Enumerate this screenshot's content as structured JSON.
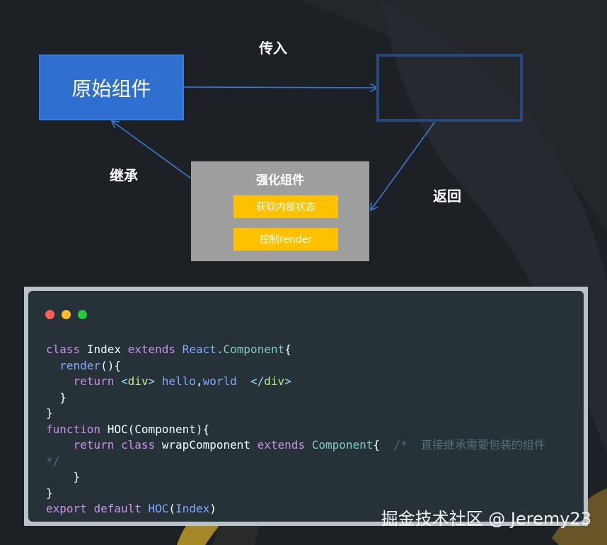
{
  "diagram": {
    "original_component": "原始组件",
    "pass_in_label": "传入",
    "inherit_label": "继承",
    "return_label": "返回",
    "enhanced_component": {
      "title": "强化组件",
      "chips": [
        "获取内部状态",
        "控制render"
      ]
    }
  },
  "code_window": {
    "dots": [
      "#ff5f57",
      "#febc2e",
      "#28c840"
    ],
    "lines": {
      "l1": {
        "kw1": "class",
        "name": " Index ",
        "kw2": "extends",
        "base": " React",
        "dot": ".",
        "comp": "Component",
        "brace": "{"
      },
      "l2": {
        "indent": "  ",
        "fn": "render",
        "rest": "(){"
      },
      "l3": {
        "indent": "    ",
        "kw": "return",
        "open": " <",
        "tag1": "div",
        "close1": "> ",
        "text1": "hello",
        "comma": ",",
        "text2": "world",
        "sp": "  </",
        "tag2": "div",
        "close2": ">"
      },
      "l4": "  }",
      "l5": "}",
      "l6": {
        "kw": "function",
        "rest": " HOC(Component){"
      },
      "l7": {
        "indent": "    ",
        "kw1": "return",
        "sp1": " ",
        "kw2": "class",
        "name": " wrapComponent ",
        "kw3": "extends",
        "type": " Component",
        "brace": "{",
        "comment": "  /*  直接继承需要包装的组件"
      },
      "l8": "*/",
      "l9": "    }",
      "l10": "}",
      "l11": {
        "kw1": "export",
        "sp": " ",
        "kw2": "default",
        "fn": " HOC",
        "open": "(",
        "arg": "Index",
        "close": ")"
      }
    }
  },
  "watermark": "掘金技术社区 @ Jeremy23"
}
